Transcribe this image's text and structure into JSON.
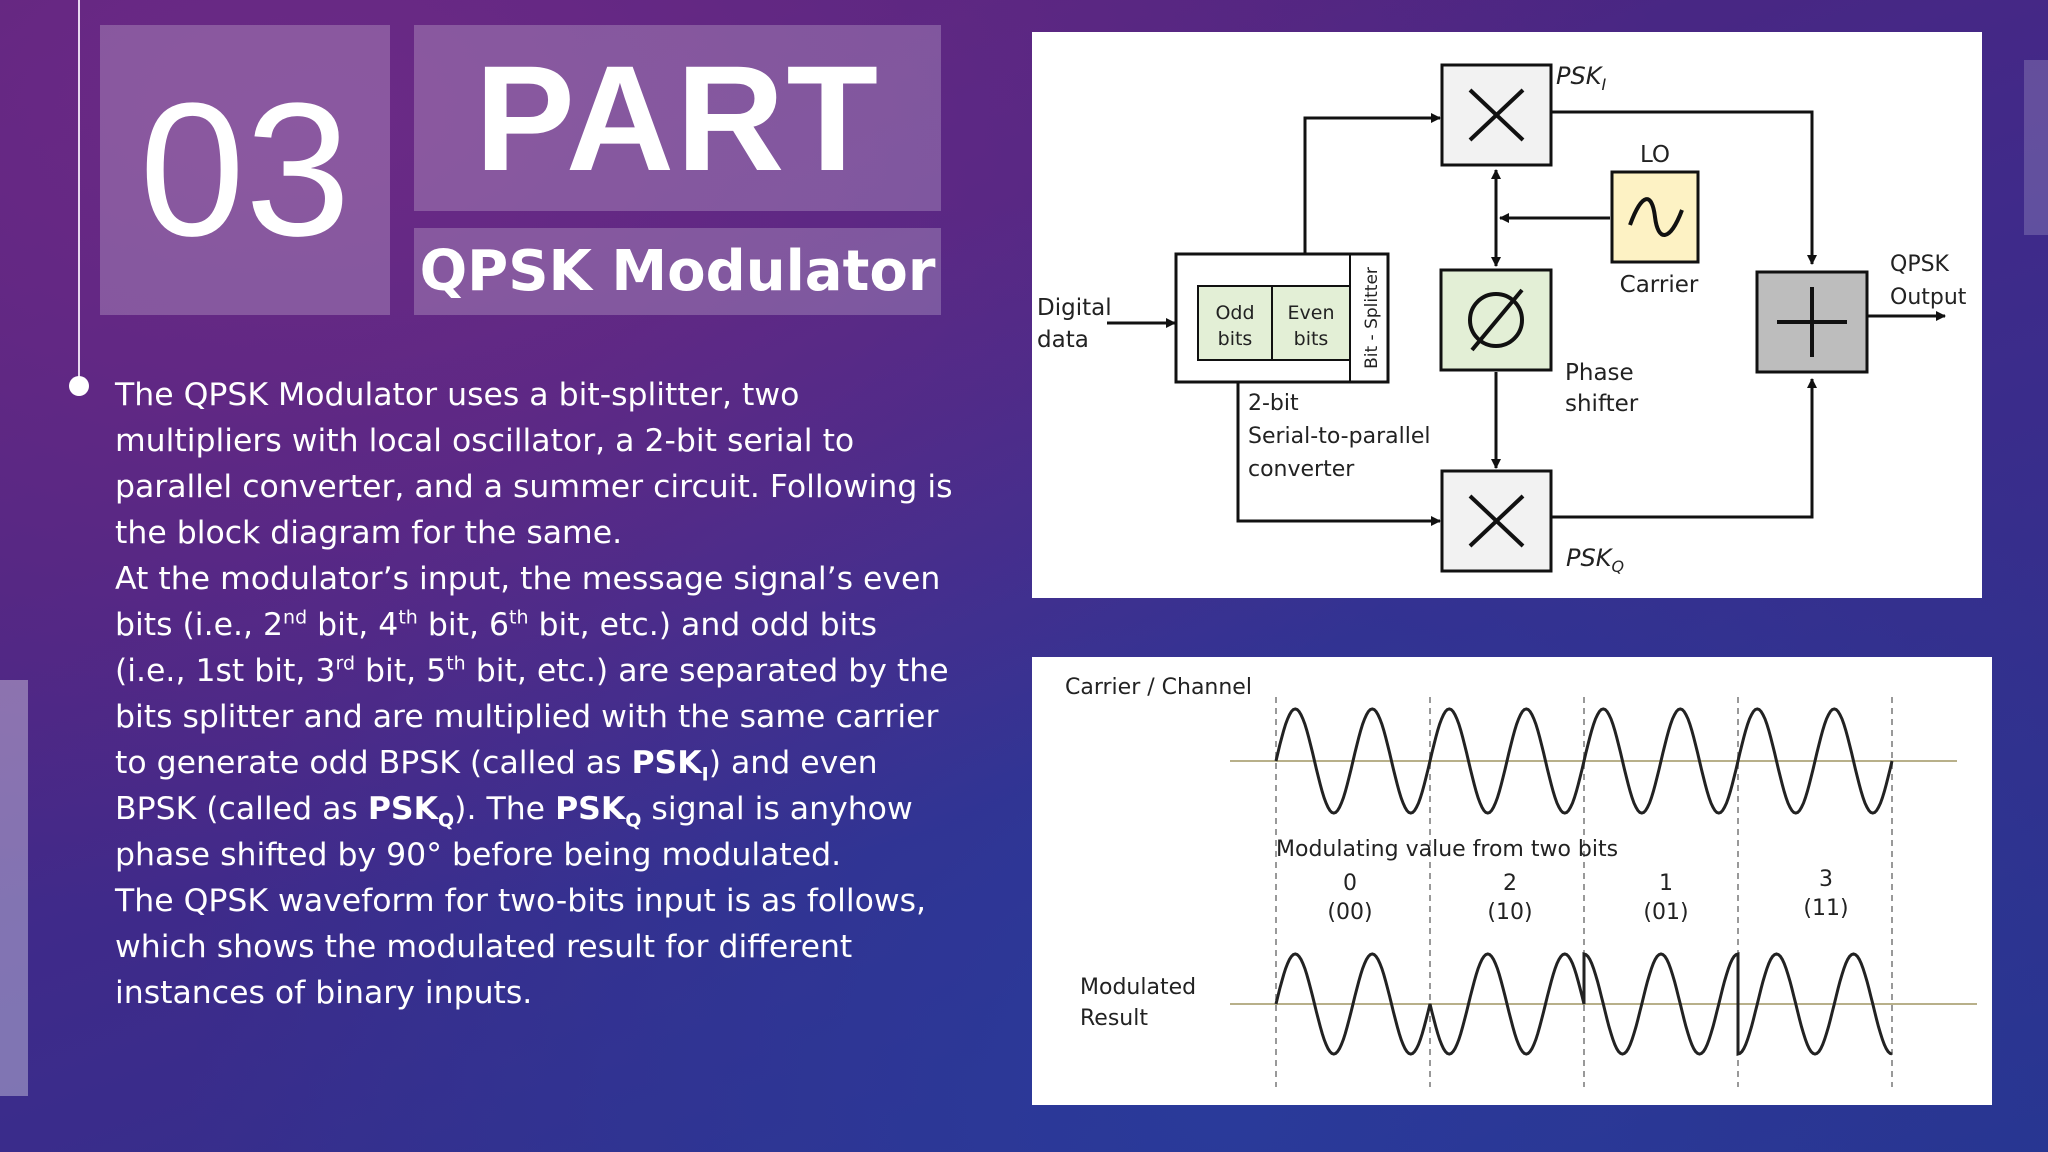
{
  "slide": {
    "number": "03",
    "part_label": "PART",
    "subtitle": "QPSK Modulator"
  },
  "body": {
    "p1": "The QPSK Modulator uses a bit-splitter, two multipliers with local oscillator, a 2-bit serial to parallel converter, and a summer circuit. Following is the block diagram for the same.",
    "p2_a": "At the modulator’s input, the message signal’s even bits (i.e., 2",
    "p2_sup1": "nd",
    "p2_b": " bit, 4",
    "p2_sup2": "th",
    "p2_c": " bit, 6",
    "p2_sup3": "th",
    "p2_d": " bit, etc.) and odd bits (i.e., 1st bit, 3",
    "p2_sup4": "rd",
    "p2_e": " bit, 5",
    "p2_sup5": "th",
    "p2_f": " bit, etc.) are separated by the bits splitter and are multiplied with the same carrier to generate odd BPSK (called as ",
    "p2_psk": "PSK",
    "p2_sub_i": "I",
    "p2_g": ") and even BPSK (called as ",
    "p2_sub_q": "Q",
    "p2_h": "). The ",
    "p2_i": " signal is anyhow phase shifted by 90° before being modulated.",
    "p3": " The QPSK waveform for two-bits input is as follows, which shows the modulated result for different instances of binary inputs."
  },
  "block_diagram": {
    "input_line1": "Digital",
    "input_line2": "data",
    "odd_line1": "Odd",
    "odd_line2": "bits",
    "even_line1": "Even",
    "even_line2": "bits",
    "splitter_label": "Bit - Splitter",
    "converter_line1": "2-bit",
    "converter_line2": "Serial-to-parallel",
    "converter_line3": "converter",
    "psk_base": "PSK",
    "psk_i_sub": "I",
    "psk_q_sub": "Q",
    "lo_label": "LO",
    "carrier_label": "Carrier",
    "phase_line1": "Phase",
    "phase_line2": "shifter",
    "output_line1": "QPSK",
    "output_line2": "Output",
    "colors": {
      "lo_fill": "#fdf2c4",
      "green_fill": "#e3efd6",
      "summer_fill": "#bdbdbd",
      "mult_fill": "#f2f2f2"
    }
  },
  "waveform": {
    "carrier_label": "Carrier / Channel",
    "modulating_label": "Modulating value from two bits",
    "result_line1": "Modulated",
    "result_line2": "Result",
    "segments": [
      {
        "value": "0",
        "bits": "(00)"
      },
      {
        "value": "2",
        "bits": "(10)"
      },
      {
        "value": "1",
        "bits": "(01)"
      },
      {
        "value": "3",
        "bits": "(11)"
      }
    ]
  }
}
